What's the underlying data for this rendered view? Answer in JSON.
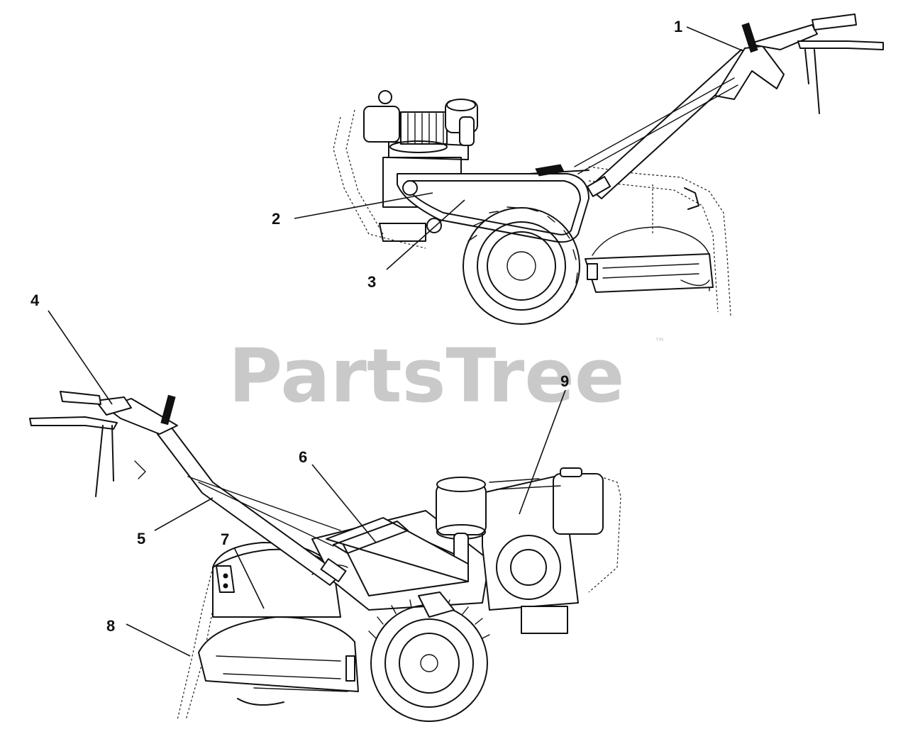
{
  "watermark": {
    "brand": "PartsTree",
    "trademark": "™"
  },
  "callouts": [
    {
      "id": "1",
      "label": "1"
    },
    {
      "id": "2",
      "label": "2"
    },
    {
      "id": "3",
      "label": "3"
    },
    {
      "id": "4",
      "label": "4"
    },
    {
      "id": "5",
      "label": "5"
    },
    {
      "id": "6",
      "label": "6"
    },
    {
      "id": "7",
      "label": "7"
    },
    {
      "id": "8",
      "label": "8"
    },
    {
      "id": "9",
      "label": "9"
    }
  ],
  "colors": {
    "line": "#111111",
    "watermark": "#c9c9c9",
    "background": "#ffffff"
  }
}
